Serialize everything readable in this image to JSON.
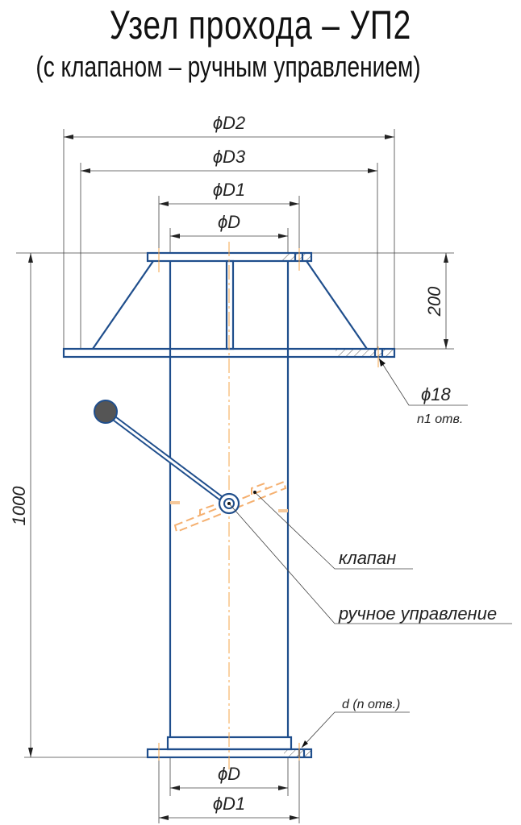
{
  "title": "Узел прохода – УП2",
  "subtitle": "(с клапаном – ручным управлением)",
  "dimensions": {
    "d2": "ϕD2",
    "d3": "ϕD3",
    "d1_top": "ϕD1",
    "d_top": "ϕD",
    "height_cone": "200",
    "height_total": "1000",
    "hole": "ϕ18",
    "hole_count": "n1 отв.",
    "d_bottom": "ϕD",
    "d1_bottom": "ϕD1",
    "bottom_holes": "d (n отв.)"
  },
  "callouts": {
    "valve": "клапан",
    "manual_control": "ручное управление"
  },
  "colors": {
    "part": "#1f4e8c",
    "axis": "#f5a54a",
    "handle_ball": "#555555"
  }
}
